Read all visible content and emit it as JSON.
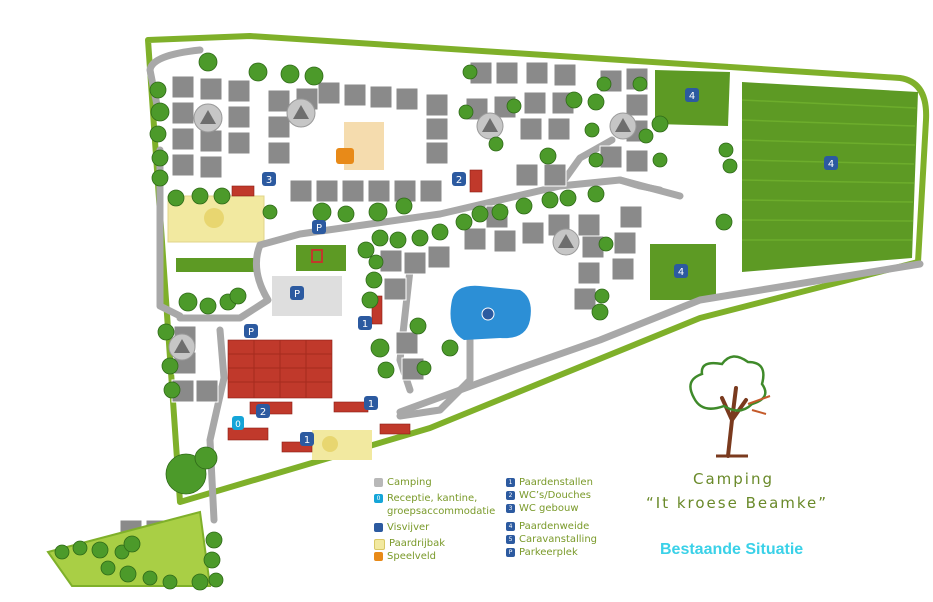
{
  "title": {
    "line1": "Camping",
    "line2": "“It kroese Beamke”",
    "subtitle": "Bestaande Situatie"
  },
  "colors": {
    "boundary": "#7fb02a",
    "grass": "#a9cf45",
    "field": "#5d9a24",
    "road": "#a8a8a8",
    "pitch": "#8a8a8a",
    "water": "#2c8fd6",
    "riding": "#f2e9a0",
    "playground": "#f5dcae",
    "barn": "#c0392b",
    "tree": "#4c9a2a",
    "marker_blue": "#2c5aa0",
    "marker_cyan": "#15a5d8",
    "marker_orange": "#e88a18",
    "marker_grey": "#b8b8b8"
  },
  "legend_left": [
    {
      "icon": "tent-icon",
      "color": "#b8b8b8",
      "symbol": "",
      "label": "Camping"
    },
    {
      "icon": "reception-icon",
      "color": "#15a5d8",
      "symbol": "0",
      "label": "Receptie, kantine,\ngroepsaccommodatie"
    },
    {
      "icon": "pond-icon",
      "color": "#2c5aa0",
      "symbol": "",
      "label": "Visvijver"
    },
    {
      "icon": "horse-icon",
      "color": "#f2e9a0",
      "symbol": "",
      "label": "Paardrijbak"
    },
    {
      "icon": "playground-icon",
      "color": "#e88a18",
      "symbol": "",
      "label": "Speelveld"
    }
  ],
  "legend_right": [
    {
      "icon": "marker-1-icon",
      "color": "#2c5aa0",
      "symbol": "1",
      "label": "Paardenstallen"
    },
    {
      "icon": "marker-2-icon",
      "color": "#2c5aa0",
      "symbol": "2",
      "label": "WC’s/Douches"
    },
    {
      "icon": "marker-3-icon",
      "color": "#2c5aa0",
      "symbol": "3",
      "label": "WC gebouw"
    },
    {
      "icon": "marker-4-icon",
      "color": "#2c5aa0",
      "symbol": "4",
      "label": "Paardenweide"
    },
    {
      "icon": "marker-5-icon",
      "color": "#2c5aa0",
      "symbol": "5",
      "label": "Caravanstalling"
    },
    {
      "icon": "marker-p-icon",
      "color": "#2c5aa0",
      "symbol": "P",
      "label": "Parkeerplek"
    }
  ],
  "markers": {
    "p": "P",
    "n1": "1",
    "n2": "2",
    "n3": "3",
    "n4": "4",
    "n0": "0"
  }
}
